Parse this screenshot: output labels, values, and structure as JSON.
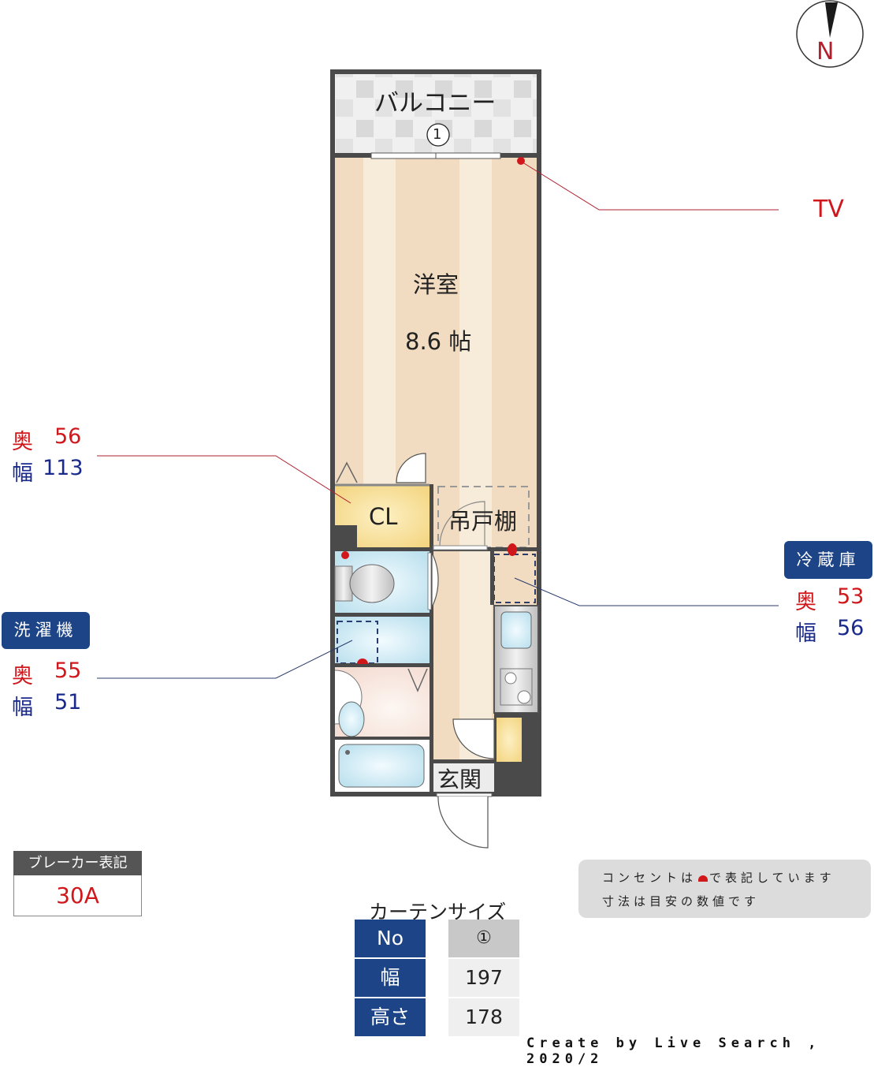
{
  "compass": {
    "label": "N",
    "icon": "north-arrow-icon"
  },
  "rooms": {
    "balcony": {
      "label": "バルコニー",
      "window_no": "1"
    },
    "western_room": {
      "label": "洋室",
      "size": "8.6 帖"
    },
    "closet": {
      "label": "CL"
    },
    "overhead_cabinet": {
      "label": "吊戸棚"
    },
    "entrance": {
      "label": "玄関"
    }
  },
  "annotations": {
    "tv": {
      "label": "TV"
    },
    "closet_dims": {
      "depth_label": "奥",
      "depth": "56",
      "width_label": "幅",
      "width": "113"
    },
    "refrigerator": {
      "title": "冷蔵庫",
      "depth_label": "奥",
      "depth": "53",
      "width_label": "幅",
      "width": "56"
    },
    "washing_machine": {
      "title": "洗濯機",
      "depth_label": "奥",
      "depth": "55",
      "width_label": "幅",
      "width": "51"
    }
  },
  "breaker": {
    "title": "ブレーカー表記",
    "value": "30A"
  },
  "note": {
    "line1_before": "コンセントは",
    "line1_after": "で表記しています",
    "line2": "寸法は目安の数値です"
  },
  "curtain_size": {
    "title": "カーテンサイズ",
    "rows": [
      {
        "header": "No",
        "value": "①"
      },
      {
        "header": "幅",
        "value": "197"
      },
      {
        "header": "高さ",
        "value": "178"
      }
    ]
  },
  "footer": {
    "credit": "Create by Live Search , 2020/2"
  },
  "colors": {
    "accent_blue": "#1c4487",
    "outlet_red": "#d0181c",
    "wall": "#4a4a4a"
  }
}
